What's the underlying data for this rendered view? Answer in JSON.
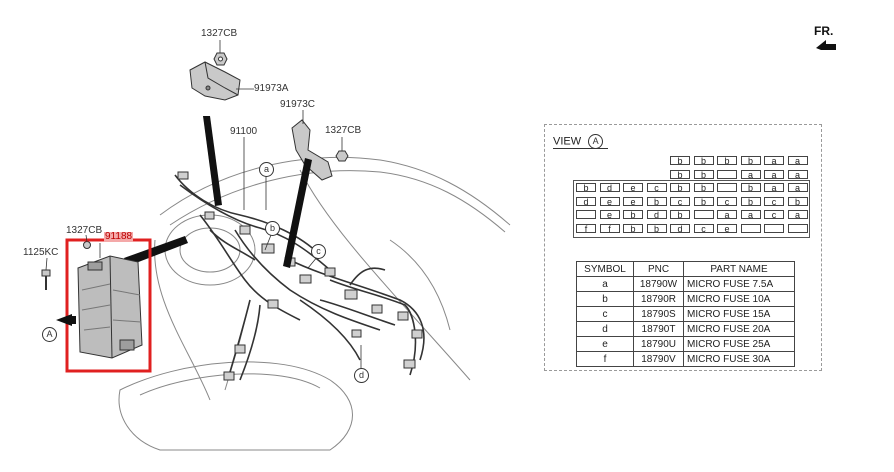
{
  "header": {
    "fr_label": "FR."
  },
  "callouts": {
    "bolt_top": "1327CB",
    "bracket_top": "91973A",
    "bracket_right": "91973C",
    "bolt_right": "1327CB",
    "main_harness": "91100",
    "bolt_left": "1327CB",
    "junction_box": "91188",
    "screw_left": "1125KC"
  },
  "diagram_markers": {
    "marker_a": "a",
    "marker_b": "b",
    "marker_c": "c",
    "marker_d": "d",
    "view_ref": "A"
  },
  "view": {
    "title": "VIEW",
    "ref": "A",
    "fuse_rows": [
      [
        "",
        "",
        "",
        "",
        "b",
        "b",
        "b",
        "b",
        "a",
        "a"
      ],
      [
        "",
        "",
        "",
        "",
        "b",
        "b",
        "",
        "a",
        "a",
        "a"
      ],
      [
        "b",
        "d",
        "e",
        "c",
        "b",
        "b",
        "",
        "b",
        "a",
        "a"
      ],
      [
        "d",
        "e",
        "e",
        "b",
        "c",
        "b",
        "c",
        "b",
        "c",
        "b"
      ],
      [
        "",
        "e",
        "b",
        "d",
        "b",
        "",
        "a",
        "a",
        "c",
        "a"
      ],
      [
        "f",
        "f",
        "b",
        "b",
        "d",
        "c",
        "e",
        "",
        "",
        ""
      ]
    ]
  },
  "table": {
    "headers": [
      "SYMBOL",
      "PNC",
      "PART NAME"
    ],
    "rows": [
      [
        "a",
        "18790W",
        "MICRO FUSE 7.5A"
      ],
      [
        "b",
        "18790R",
        "MICRO FUSE 10A"
      ],
      [
        "c",
        "18790S",
        "MICRO FUSE 15A"
      ],
      [
        "d",
        "18790T",
        "MICRO FUSE 20A"
      ],
      [
        "e",
        "18790U",
        "MICRO FUSE 25A"
      ],
      [
        "f",
        "18790V",
        "MICRO FUSE 30A"
      ]
    ]
  },
  "colors": {
    "highlight": "#e02020",
    "line": "#333333",
    "part_fill": "#c9c9c9"
  }
}
